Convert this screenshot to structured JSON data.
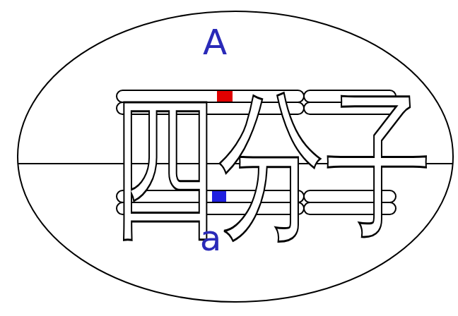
{
  "diagram": {
    "labels": [
      "A",
      "四分子",
      "a"
    ]
  }
}
